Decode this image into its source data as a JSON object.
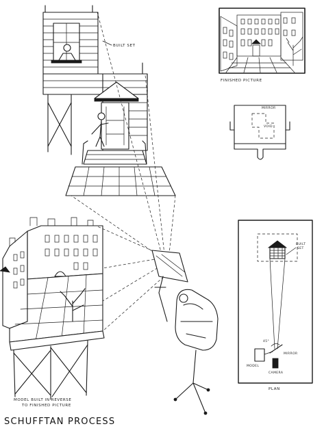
{
  "labels": {
    "built_set": "BUILT SET",
    "finished_picture": "FINISHED PICTURE",
    "mirror": "MIRROR",
    "void": "VOID",
    "model_caption_line1": "MODEL BUILT IN REVERSE",
    "model_caption_line2": "TO FINISHED PICTURE",
    "plan_built": "BUILT",
    "plan_set": "SET",
    "plan_angle": "45°",
    "plan_mirror": "MIRROR",
    "plan_model": "MODEL",
    "plan_camera": "CAMERA",
    "plan": "PLAN"
  },
  "title": "SCHUFFTAN PROCESS"
}
